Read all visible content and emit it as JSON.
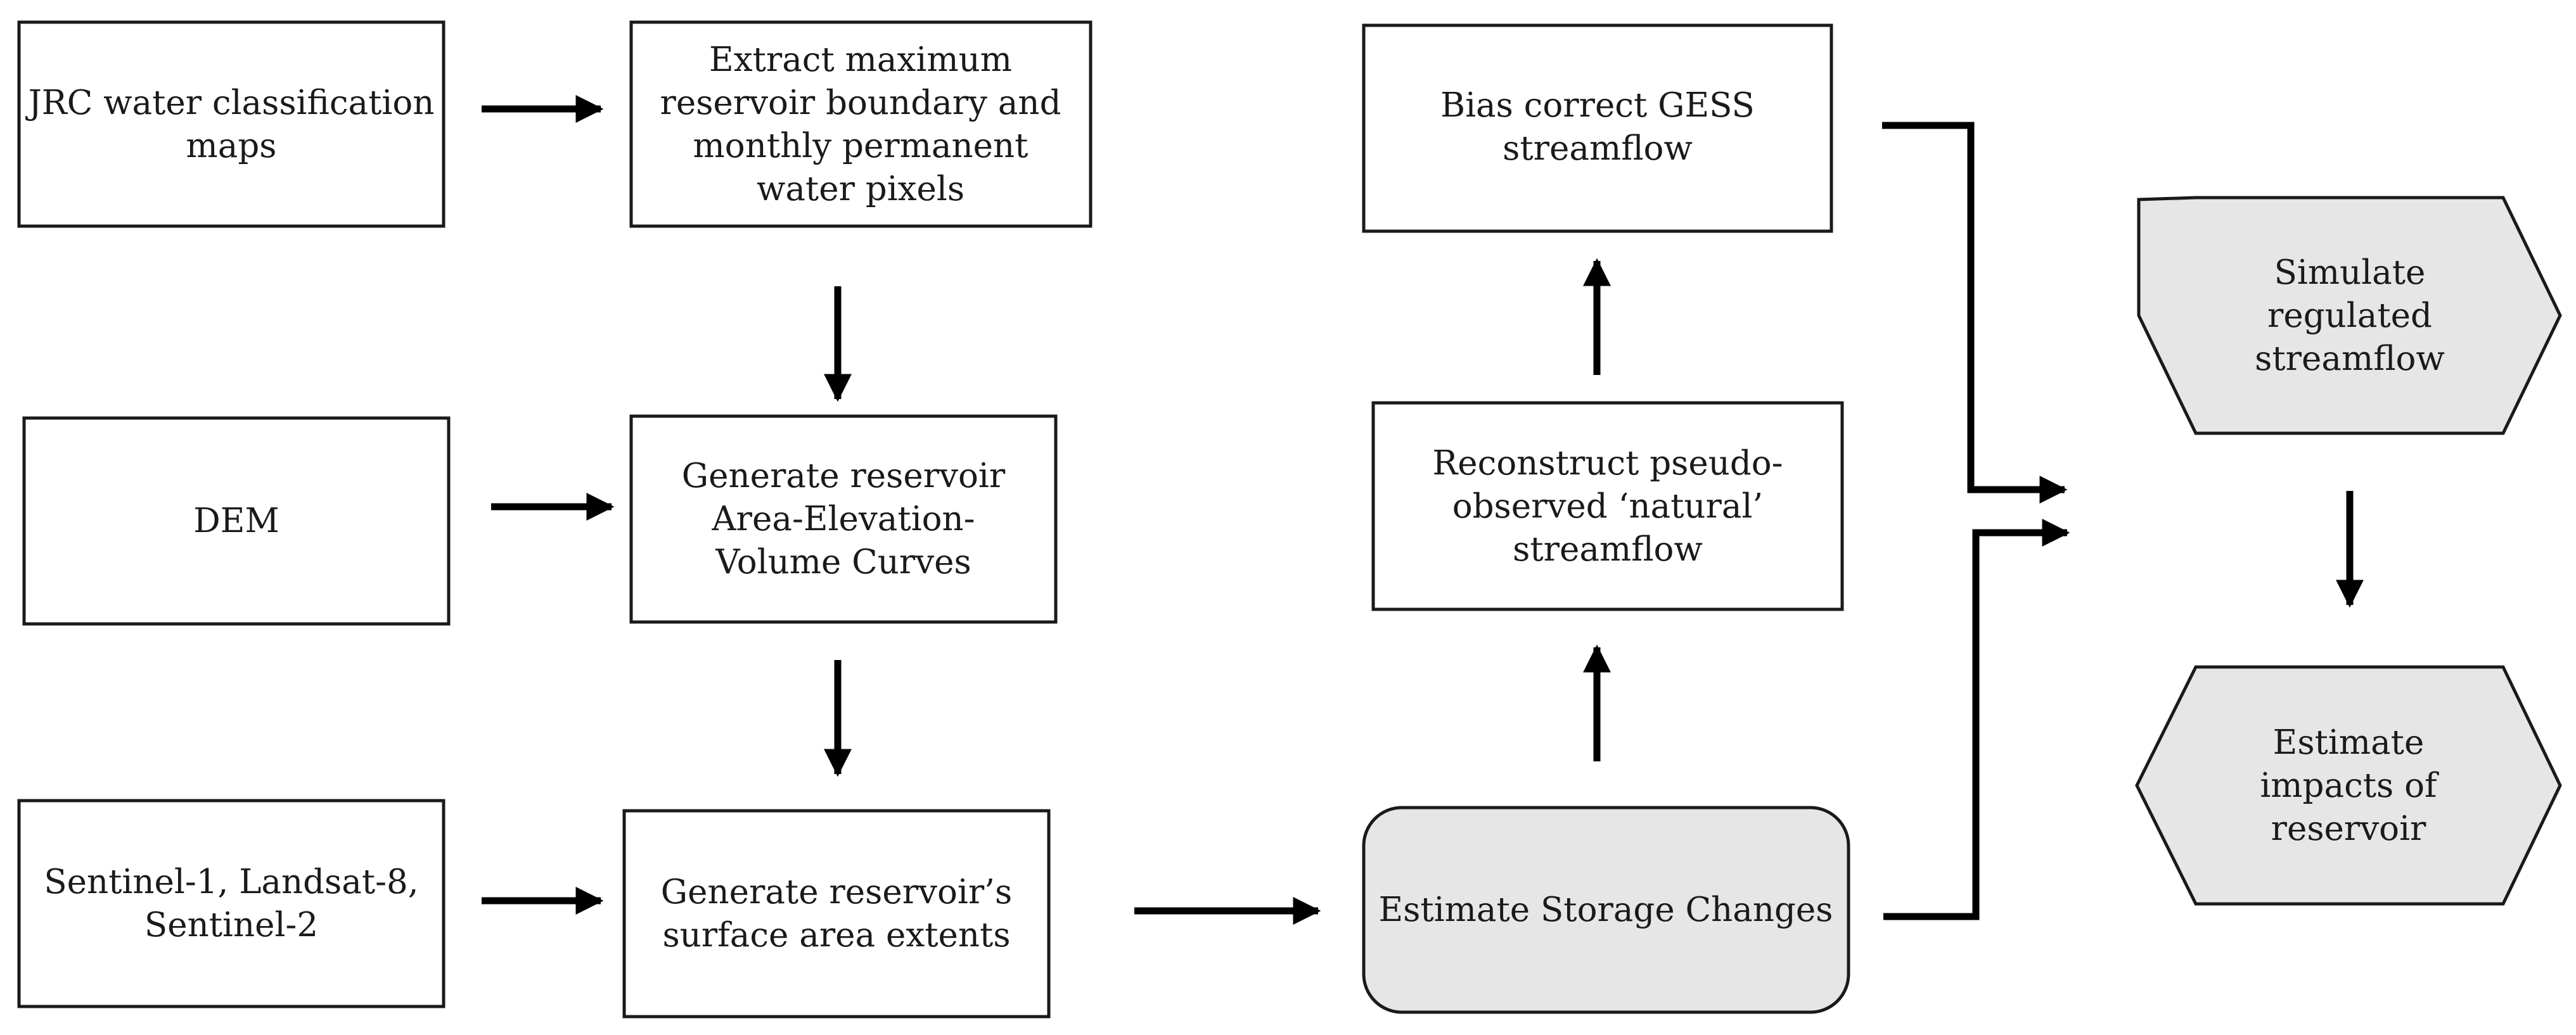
{
  "nodes": {
    "jrc": {
      "lines": [
        "JRC water classification",
        "maps"
      ]
    },
    "extract": {
      "lines": [
        "Extract maximum",
        "reservoir boundary and",
        "monthly permanent",
        "water pixels"
      ]
    },
    "dem": {
      "lines": [
        "DEM"
      ]
    },
    "aev": {
      "lines": [
        "Generate reservoir",
        "Area-Elevation-",
        "Volume Curves"
      ]
    },
    "sentinel": {
      "lines": [
        "Sentinel-1, Landsat-8,",
        "Sentinel-2"
      ]
    },
    "surface": {
      "lines": [
        "Generate reservoir’s",
        "surface area extents"
      ]
    },
    "storage": {
      "lines": [
        "Estimate Storage Changes"
      ]
    },
    "reconstruct": {
      "lines": [
        "Reconstruct pseudo-",
        "observed ‘natural’",
        "streamflow"
      ]
    },
    "bias": {
      "lines": [
        "Bias correct GESS",
        "streamflow"
      ]
    },
    "simulate": {
      "lines": [
        "Simulate",
        "regulated",
        "streamflow"
      ]
    },
    "impacts": {
      "lines": [
        "Estimate",
        "impacts of",
        "reservoir"
      ]
    }
  },
  "colors": {
    "stroke": "#1a1a1a",
    "arrow": "#000000",
    "box_fill": "#ffffff",
    "highlight_fill": "#e6e6e6"
  }
}
